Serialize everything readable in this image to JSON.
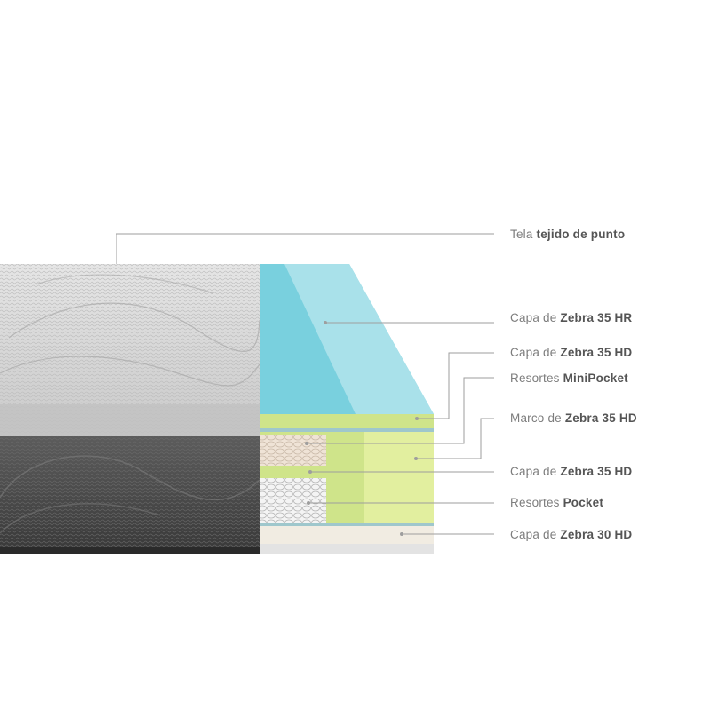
{
  "layers": [
    {
      "id": "tela",
      "prefix": "Tela",
      "name": "tejido de punto"
    },
    {
      "id": "capa-hr",
      "prefix": "Capa de",
      "name": "Zebra 35 HR"
    },
    {
      "id": "capa-hd-top",
      "prefix": "Capa de",
      "name": "Zebra 35 HD"
    },
    {
      "id": "resortes-minipocket",
      "prefix": "Resortes",
      "name": "MiniPocket"
    },
    {
      "id": "marco-hd",
      "prefix": "Marco de",
      "name": "Zebra 35 HD"
    },
    {
      "id": "capa-hd-mid",
      "prefix": "Capa de",
      "name": "Zebra 35 HD"
    },
    {
      "id": "resortes-pocket",
      "prefix": "Resortes",
      "name": "Pocket"
    },
    {
      "id": "capa-30hd",
      "prefix": "Capa de",
      "name": "Zebra 30 HD"
    }
  ],
  "colors": {
    "leader": "#9e9e9e",
    "label_text": "#7d7d7d",
    "label_bold": "#555555",
    "foam_blue": "#79d0de",
    "foam_blue_light": "#a9e1ea",
    "foam_green": "#cfe48a",
    "foam_green_light": "#e2ef9f",
    "base_beige": "#f1ece2",
    "fabric_light": "#d9d9d9",
    "fabric_dark": "#505050"
  }
}
